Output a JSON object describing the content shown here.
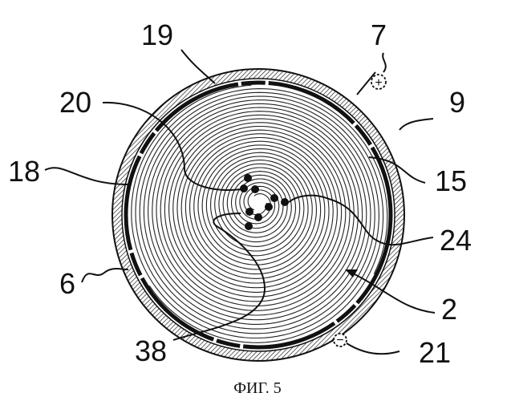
{
  "figure": {
    "caption": "ФИГ. 5",
    "reference_numerals": [
      {
        "id": "7",
        "text": "7"
      },
      {
        "id": "19",
        "text": "19"
      },
      {
        "id": "20",
        "text": "20"
      },
      {
        "id": "9",
        "text": "9"
      },
      {
        "id": "18",
        "text": "18"
      },
      {
        "id": "15",
        "text": "15"
      },
      {
        "id": "24",
        "text": "24"
      },
      {
        "id": "6",
        "text": "6"
      },
      {
        "id": "2",
        "text": "2"
      },
      {
        "id": "38",
        "text": "38"
      },
      {
        "id": "21",
        "text": "21"
      }
    ],
    "terminals": {
      "positive_symbol": "+",
      "negative_symbol": "−"
    }
  }
}
